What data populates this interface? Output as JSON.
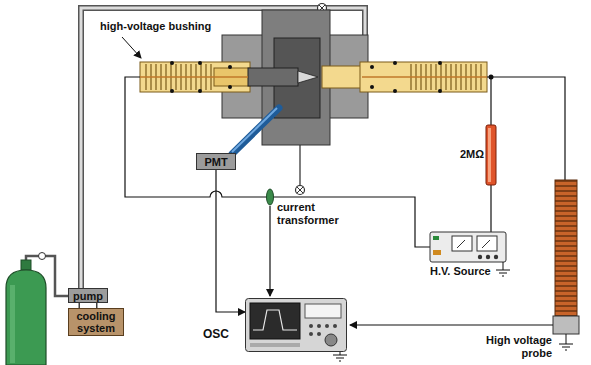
{
  "diagram": {
    "nodes": [
      {
        "text": [
          "PMT"
        ]
      },
      {
        "text": [
          "pump"
        ]
      },
      {
        "text": [
          "cooling system"
        ]
      },
      {
        "text": [
          "OSC"
        ]
      }
    ],
    "edges": [
      {
        "from": 1,
        "to": 2,
        "arrow": "none"
      },
      {
        "from": 1,
        "to": 2,
        "arrow": "none"
      },
      {
        "from": 0,
        "to": 3,
        "arrow": "to"
      }
    ],
    "labels": [
      "high-voltage bushing",
      "2MΩ",
      "current transformer",
      "H.V. Source",
      "High voltage probe"
    ]
  }
}
